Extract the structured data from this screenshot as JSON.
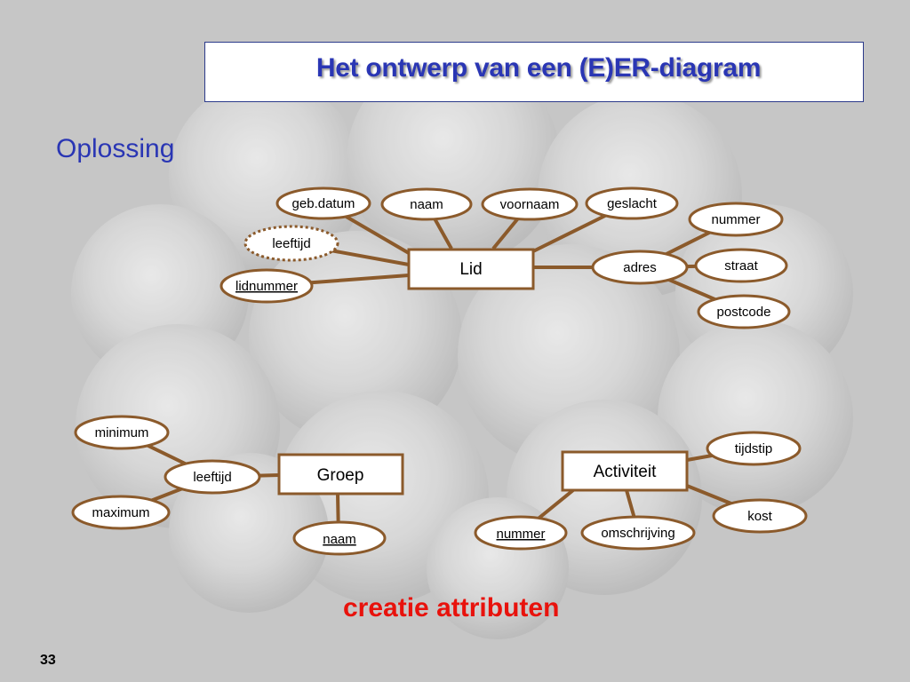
{
  "title": "Het ontwerp van een (E)ER-diagram",
  "subtitle": "Oplossing",
  "caption": "creatie attributen",
  "page_number": "33",
  "colors": {
    "title_text": "#2a36b4",
    "title_border": "#2b3a8a",
    "subtitle": "#2a36b4",
    "caption": "#e8120c",
    "shape_stroke": "#8b5a2b",
    "background": "#c6c6c6"
  },
  "diagram": {
    "entities": {
      "lid": "Lid",
      "groep": "Groep",
      "activiteit": "Activiteit"
    },
    "attributes": {
      "lid_geb_datum": "geb.datum",
      "lid_naam": "naam",
      "lid_voornaam": "voornaam",
      "lid_geslacht": "geslacht",
      "lid_leeftijd": "leeftijd",
      "lid_lidnummer": "lidnummer",
      "lid_adres": "adres",
      "adres_nummer": "nummer",
      "adres_straat": "straat",
      "adres_postcode": "postcode",
      "groep_leeftijd": "leeftijd",
      "leeftijd_minimum": "minimum",
      "leeftijd_maximum": "maximum",
      "groep_naam": "naam",
      "activiteit_tijdstip": "tijdstip",
      "activiteit_kost": "kost",
      "activiteit_nummer": "nummer",
      "activiteit_omschrijving": "omschrijving"
    },
    "key_attributes": [
      "lid_lidnummer",
      "groep_naam",
      "activiteit_nummer"
    ],
    "derived_attributes": [
      "lid_leeftijd"
    ],
    "composite_attributes": [
      "lid_adres",
      "groep_leeftijd"
    ]
  }
}
